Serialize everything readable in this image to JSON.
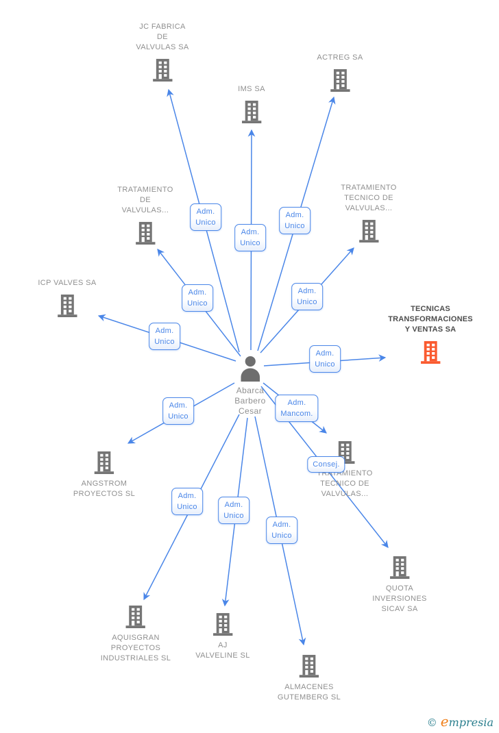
{
  "person": {
    "name": "Abarca\nBarbero\nCesar"
  },
  "companies": [
    {
      "name": "JC FABRICA\nDE\nVALVULAS SA",
      "highlight": false
    },
    {
      "name": "IMS SA",
      "highlight": false
    },
    {
      "name": "ACTREG SA",
      "highlight": false
    },
    {
      "name": "TRATAMIENTO\nDE\nVALVULAS...",
      "highlight": false
    },
    {
      "name": "TRATAMIENTO\nTECNICO DE\nVALVULAS...",
      "highlight": false
    },
    {
      "name": "ICP VALVES SA",
      "highlight": false
    },
    {
      "name": "TECNICAS\nTRANSFORMACIONES\nY VENTAS SA",
      "highlight": true
    },
    {
      "name": "ANGSTROM\nPROYECTOS SL",
      "highlight": false
    },
    {
      "name": "TRATAMIENTO\nTECNICO DE\nVALVULAS...",
      "highlight": false
    },
    {
      "name": "QUOTA\nINVERSIONES\nSICAV SA",
      "highlight": false
    },
    {
      "name": "AQUISGRAN\nPROYECTOS\nINDUSTRIALES SL",
      "highlight": false
    },
    {
      "name": "AJ\nVALVELINE SL",
      "highlight": false
    },
    {
      "name": "ALMACENES\nGUTEMBERG SL",
      "highlight": false
    }
  ],
  "relationships": [
    {
      "label": "Adm.\nUnico",
      "source": "Abarca Barbero Cesar",
      "target": "JC FABRICA DE VALVULAS SA"
    },
    {
      "label": "Adm.\nUnico",
      "source": "Abarca Barbero Cesar",
      "target": "IMS SA"
    },
    {
      "label": "Adm.\nUnico",
      "source": "Abarca Barbero Cesar",
      "target": "ACTREG SA"
    },
    {
      "label": "Adm.\nUnico",
      "source": "Abarca Barbero Cesar",
      "target": "TRATAMIENTO DE VALVULAS..."
    },
    {
      "label": "Adm.\nUnico",
      "source": "Abarca Barbero Cesar",
      "target": "TRATAMIENTO TECNICO DE VALVULAS..."
    },
    {
      "label": "Adm.\nUnico",
      "source": "Abarca Barbero Cesar",
      "target": "ICP VALVES SA"
    },
    {
      "label": "Adm.\nUnico",
      "source": "Abarca Barbero Cesar",
      "target": "TECNICAS TRANSFORMACIONES Y VENTAS SA"
    },
    {
      "label": "Adm.\nMancom.",
      "source": "Abarca Barbero Cesar",
      "target": "TRATAMIENTO TECNICO DE VALVULAS..."
    },
    {
      "label": "Adm.\nUnico",
      "source": "Abarca Barbero Cesar",
      "target": "ANGSTROM PROYECTOS SL"
    },
    {
      "label": "Consej.",
      "source": "Abarca Barbero Cesar",
      "target": "QUOTA INVERSIONES SICAV SA"
    },
    {
      "label": "Adm.\nUnico",
      "source": "Abarca Barbero Cesar",
      "target": "AQUISGRAN PROYECTOS INDUSTRIALES SL"
    },
    {
      "label": "Adm.\nUnico",
      "source": "Abarca Barbero Cesar",
      "target": "AJ VALVELINE SL"
    },
    {
      "label": "Adm.\nUnico",
      "source": "Abarca Barbero Cesar",
      "target": "ALMACENES GUTEMBERG SL"
    }
  ],
  "watermark": {
    "copyright_symbol": "©",
    "brand_first_letter": "e",
    "brand_rest": "mpresia"
  },
  "colors": {
    "edge_blue": "#4a86e8",
    "building_gray": "#757575",
    "building_highlight_orange": "#fa5b30",
    "label_gray": "#8f8f8f",
    "highlight_label_gray": "#4c4c4c",
    "brand_teal": "#2b7f8e",
    "brand_orange": "#ef7f1a"
  }
}
